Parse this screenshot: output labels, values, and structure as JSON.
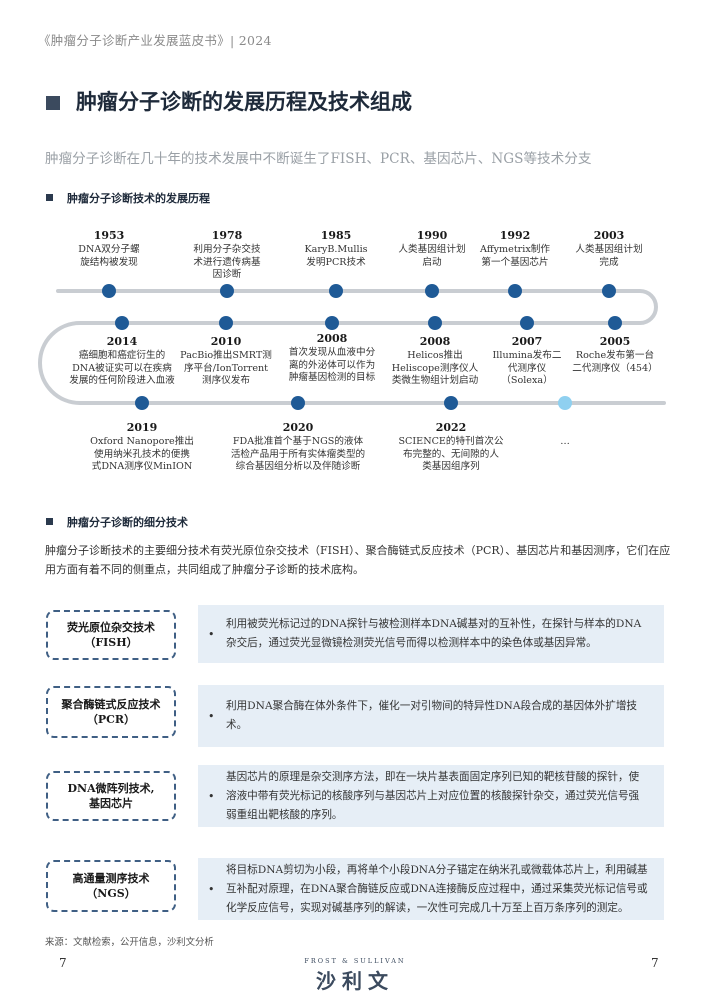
{
  "header": {
    "text": "《肿瘤分子诊断产业发展蓝皮书》| 2024"
  },
  "page_title": "肿瘤分子诊断的发展历程及技术组成",
  "subtitle": "肿瘤分子诊断在几十年的技术发展中不断诞生了FISH、PCR、基因芯片、NGS等技术分支",
  "section1_title": "肿瘤分子诊断技术的发展历程",
  "timeline": [
    {
      "year": "1953",
      "lines": [
        "DNA双分子螺",
        "旋结构被发现"
      ]
    },
    {
      "year": "1978",
      "lines": [
        "利用分子杂交技",
        "术进行遗传病基",
        "因诊断"
      ]
    },
    {
      "year": "1985",
      "lines": [
        "KaryB.Mullis",
        "发明PCR技术"
      ]
    },
    {
      "year": "1990",
      "lines": [
        "人类基因组计划",
        "启动"
      ]
    },
    {
      "year": "1992",
      "lines": [
        "Affymetrix制作",
        "第一个基因芯片"
      ]
    },
    {
      "year": "2003",
      "lines": [
        "人类基因组计划",
        "完成"
      ]
    },
    {
      "year": "2014",
      "lines": [
        "癌细胞和癌症衍生的",
        "DNA被证实可以在疾病",
        "发展的任何阶段进入血液"
      ]
    },
    {
      "year": "2010",
      "lines": [
        "PacBio推出SMRT测",
        "序平台/IonTorrent",
        "测序仪发布"
      ]
    },
    {
      "year": "2008",
      "lines": [
        "首次发现从血液中分",
        "离的外泌体可以作为",
        "肿瘤基因检测的目标"
      ]
    },
    {
      "year": "2008",
      "lines": [
        "Helicos推出",
        "Heliscope测序仪人",
        "类微生物组计划启动"
      ]
    },
    {
      "year": "2007",
      "lines": [
        "Illumina发布二",
        "代测序仪",
        "（Solexa）"
      ]
    },
    {
      "year": "2005",
      "lines": [
        "Roche发布第一台",
        "二代测序仪（454）"
      ]
    },
    {
      "year": "2019",
      "lines": [
        "Oxford Nanopore推出",
        "使用纳米孔技术的便携",
        "式DNA测序仪MinION"
      ]
    },
    {
      "year": "2020",
      "lines": [
        "FDA批准首个基于NGS的液体",
        "活检产品用于所有实体瘤类型的",
        "综合基因组分析以及伴随诊断"
      ]
    },
    {
      "year": "2022",
      "lines": [
        "SCIENCE的特刊首次公",
        "布完整的、无间隙的人",
        "类基因组序列"
      ]
    }
  ],
  "timeline_ellipsis": "…",
  "section2_title": "肿瘤分子诊断的细分技术",
  "paragraph": "肿瘤分子诊断技术的主要细分技术有荧光原位杂交技术（FISH）、聚合酶链式反应技术（PCR）、基因芯片和基因测序，它们在应用方面有着不同的侧重点，共同组成了肿瘤分子诊断的技术底构。",
  "bullet_glyph": "•",
  "techs": [
    {
      "name": [
        "荧光原位杂交技术",
        "（FISH）"
      ],
      "desc": "利用被荧光标记过的DNA探针与被检测样本DNA碱基对的互补性，在探针与样本的DNA杂交后，通过荧光显微镜检测荧光信号而得以检测样本中的染色体或基因异常。"
    },
    {
      "name": [
        "聚合酶链式反应技术",
        "（PCR）"
      ],
      "desc": "利用DNA聚合酶在体外条件下，催化一对引物间的特异性DNA段合成的基因体外扩增技术。"
    },
    {
      "name": [
        "DNA微阵列技术,",
        "基因芯片"
      ],
      "desc": "基因芯片的原理是杂交测序方法，即在一块片基表面固定序列已知的靶核苷酸的探针，使溶液中带有荧光标记的核酸序列与基因芯片上对应位置的核酸探针杂交，通过荧光信号强弱重组出靶核酸的序列。"
    },
    {
      "name": [
        "高通量测序技术",
        "（NGS）"
      ],
      "desc": "将目标DNA剪切为小段，再将单个小段DNA分子锚定在纳米孔或微载体芯片上，利用碱基互补配对原理，在DNA聚合酶链反应或DNA连接酶反应过程中，通过采集荧光标记信号或化学反应信号，实现对碱基序列的解读，一次性可完成几十万至上百万条序列的测定。"
    }
  ],
  "source": "来源：文献检索，公开信息，沙利文分析",
  "page_number_left": "7",
  "page_number_right": "7",
  "logo": {
    "top": "FROST & SULLIVAN",
    "main": "沙利文"
  },
  "colors": {
    "dot": "#1f5a96",
    "dot_future": "#8fd0f0",
    "line": "#c9cdd2",
    "box_border": "#3f5f84",
    "desc_bg": "#e6eef6"
  }
}
